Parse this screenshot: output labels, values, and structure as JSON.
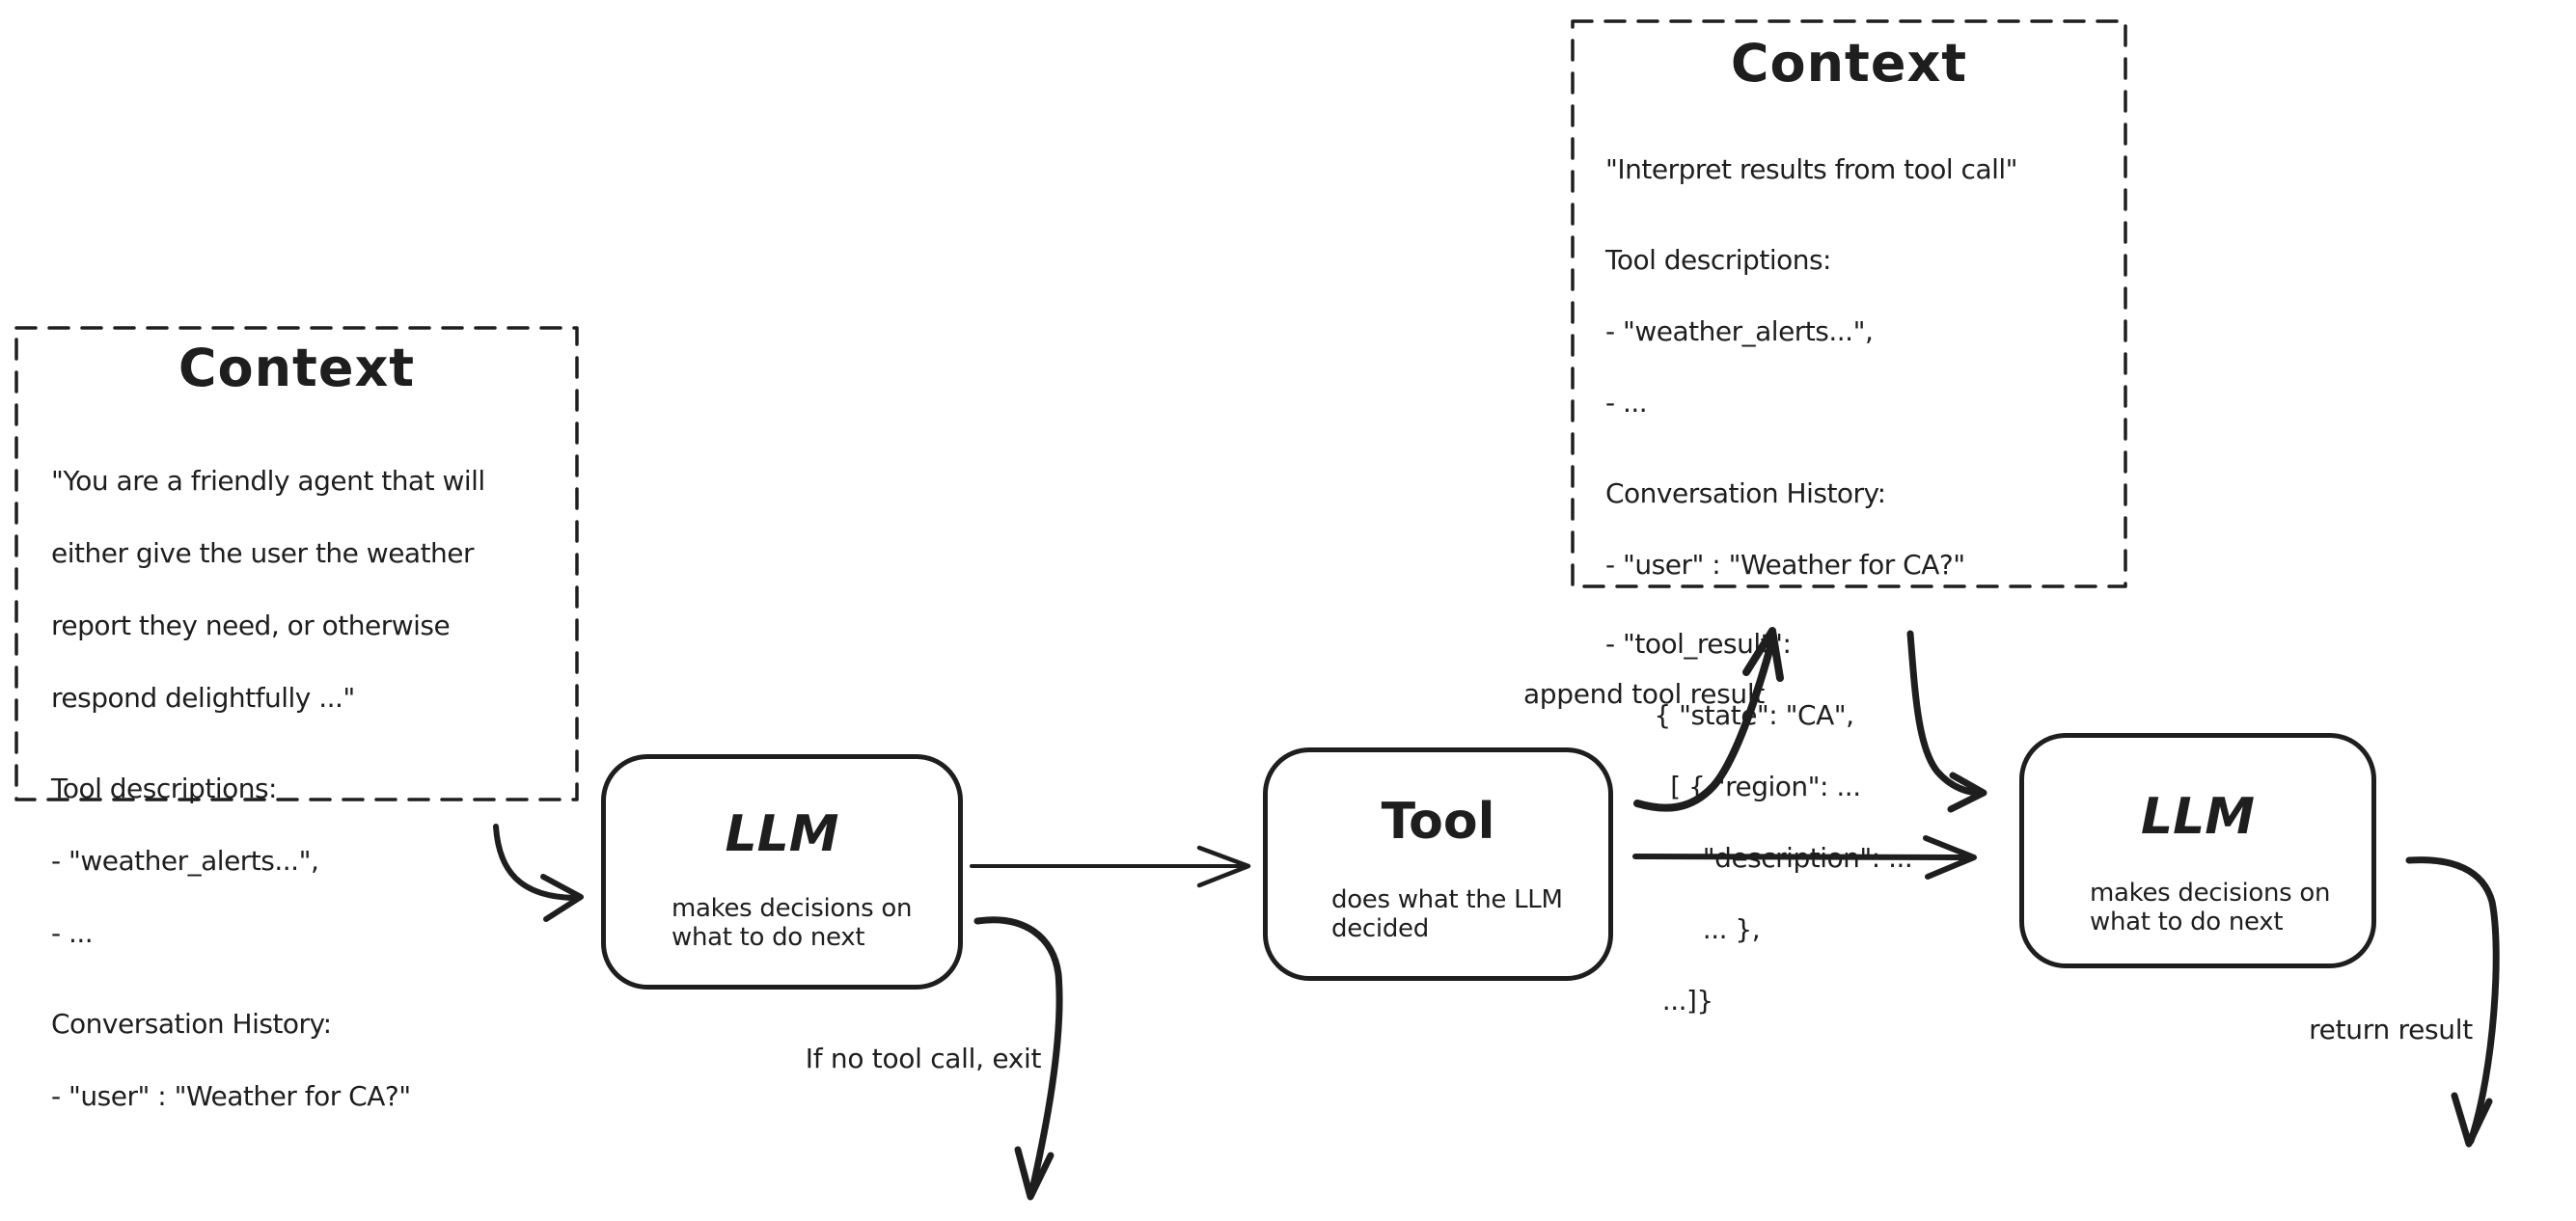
{
  "colors": {
    "ink": "#1e1e1e",
    "background": "#ffffff"
  },
  "context_left": {
    "title": "Context",
    "lines": [
      "\"You are a friendly agent that will",
      "either give the user the weather",
      "report they need, or otherwise",
      "respond delightfully ...\"",
      "Tool descriptions:",
      "- \"weather_alerts...\",",
      "- ...",
      "Conversation History:",
      "- \"user\" : \"Weather for CA?\""
    ]
  },
  "context_right": {
    "title": "Context",
    "lines": [
      "\"Interpret results from tool call\"",
      "Tool descriptions:",
      "- \"weather_alerts...\",",
      "- ...",
      "Conversation History:",
      "- \"user\" : \"Weather for CA?\"",
      "- \"tool_result\":",
      "      { \"state\": \"CA\",",
      "        [ { \"region\": ...",
      "            \"description\": ...",
      "            ... },",
      "       ...]}"
    ]
  },
  "nodes": {
    "llm1": {
      "title": "LLM",
      "subtitle": "makes decisions on\nwhat to do next"
    },
    "tool": {
      "title": "Tool",
      "subtitle": "does what the LLM\ndecided"
    },
    "llm2": {
      "title": "LLM",
      "subtitle": "makes decisions on\nwhat to do next"
    }
  },
  "labels": {
    "append_tool_result": "append tool result",
    "if_no_tool_call": "If no tool call, exit",
    "return_result": "return result"
  }
}
